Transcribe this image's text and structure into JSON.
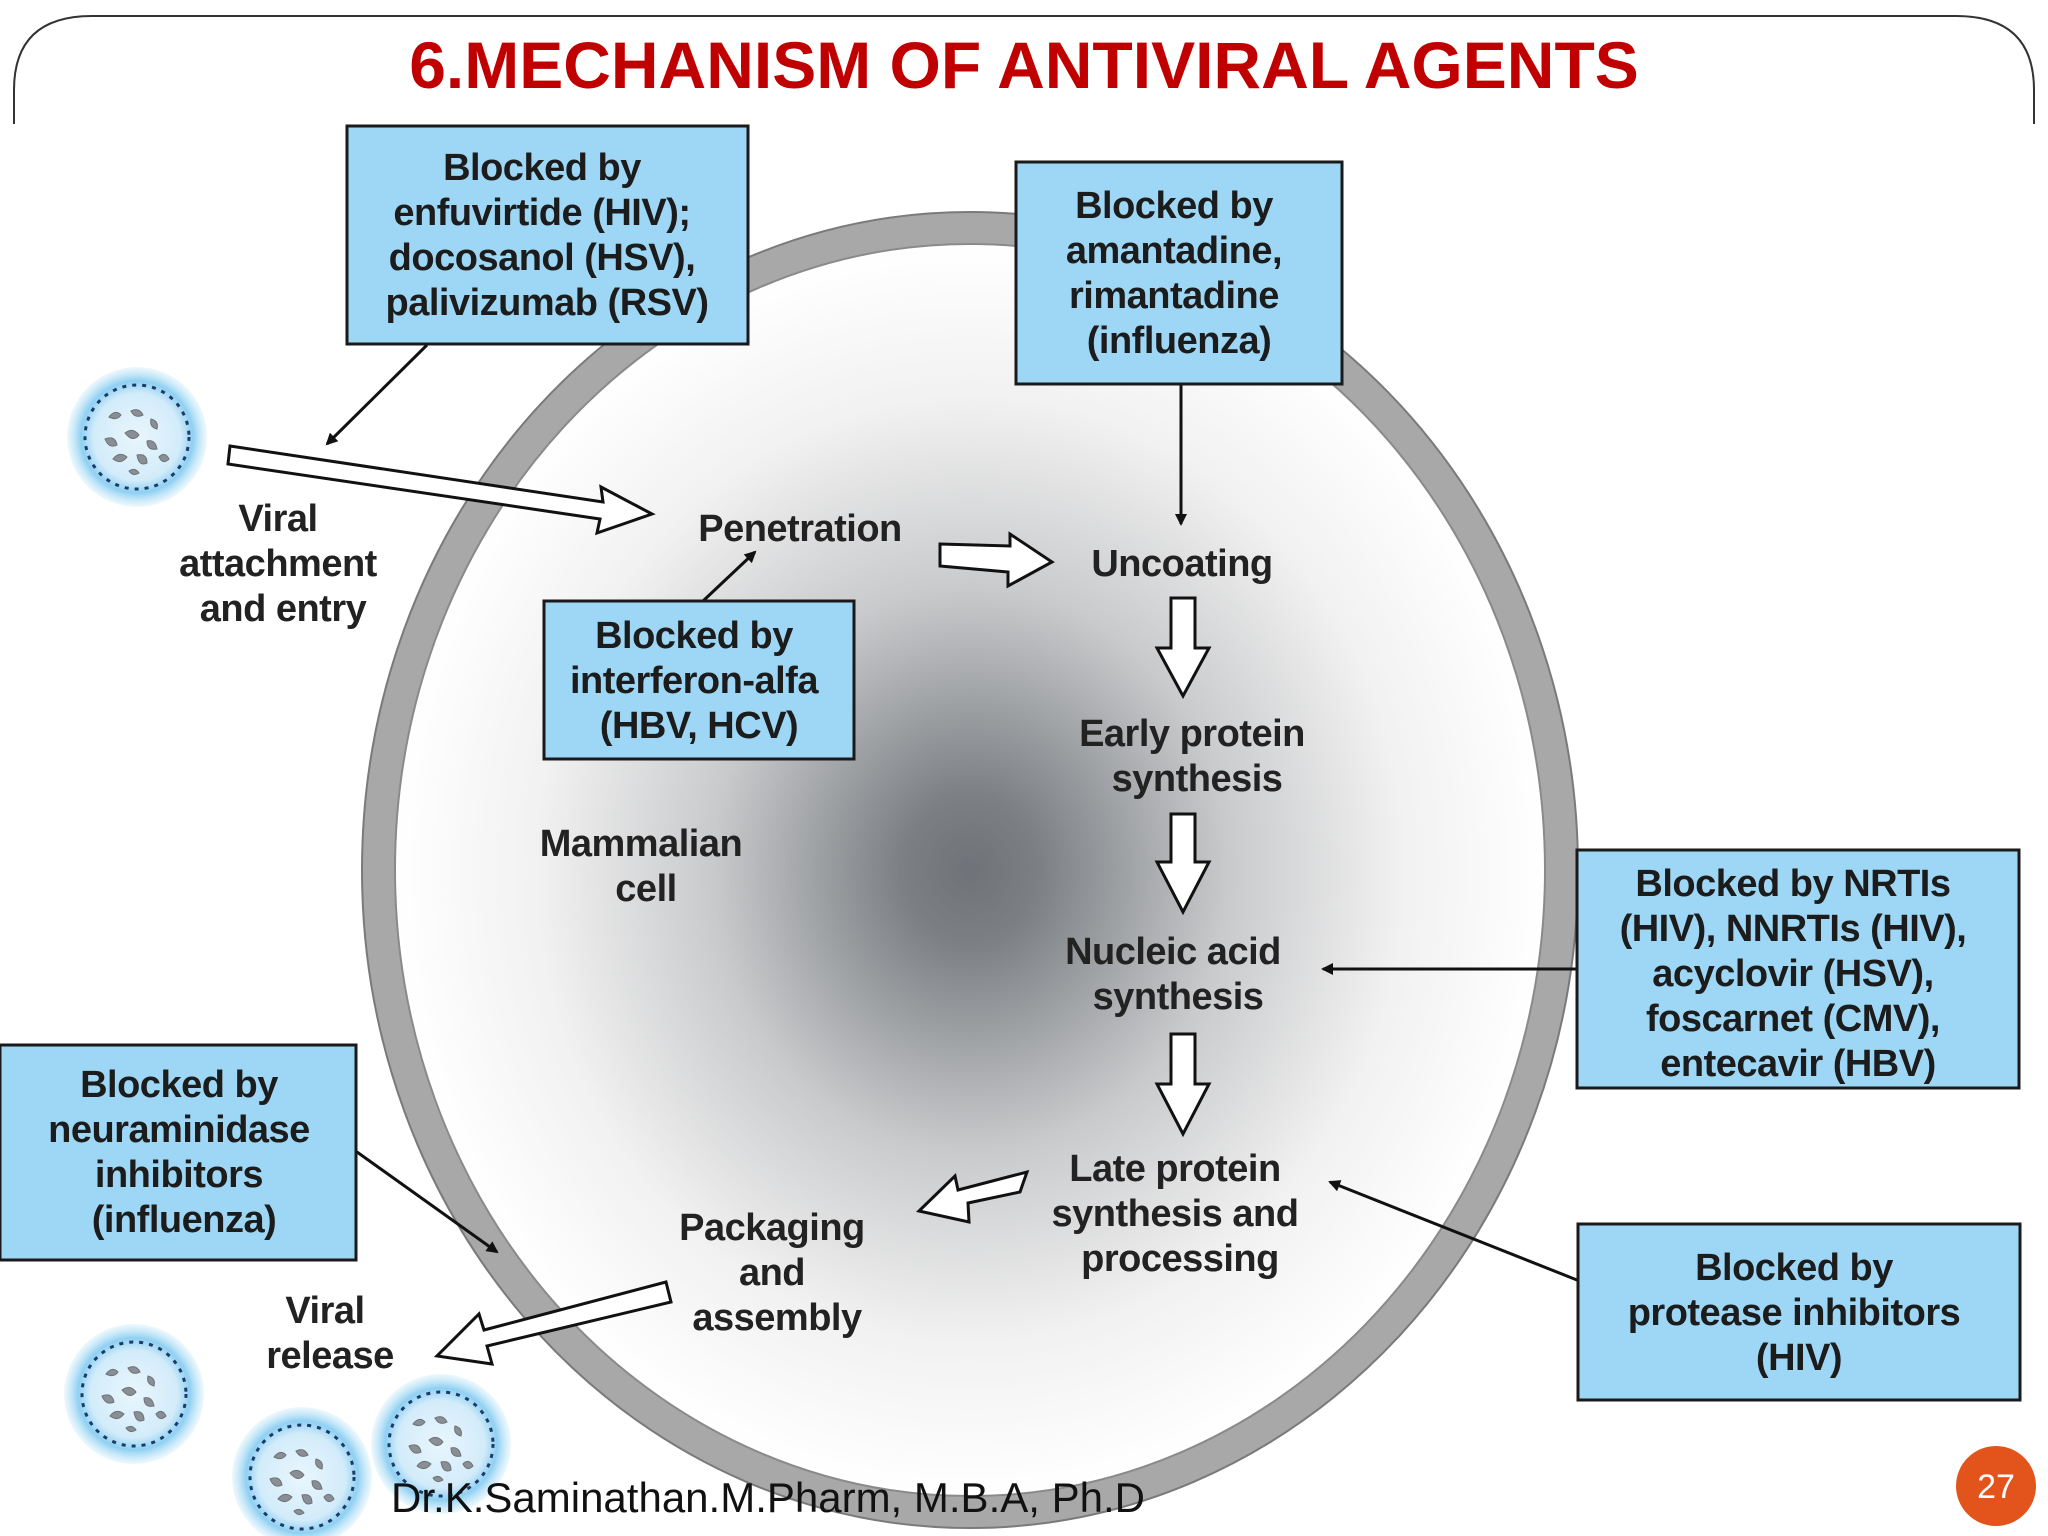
{
  "slide": {
    "title": "6.MECHANISM OF ANTIVIRAL AGENTS",
    "footer": "Dr.K.Saminathan.M.Pharm, M.B.A, Ph.D",
    "page_number": "27"
  },
  "colors": {
    "title": "#c00000",
    "box_fill": "#9dd7f5",
    "box_border": "#1a1a1a",
    "membrane": "#a8a8a8",
    "page_badge": "#e2541c"
  },
  "cell": {
    "label_lines": [
      "Mammalian",
      "cell"
    ]
  },
  "steps": {
    "attachment": [
      "Viral",
      "attachment",
      "and entry"
    ],
    "penetration": [
      "Penetration"
    ],
    "uncoating": [
      "Uncoating"
    ],
    "early_protein": [
      "Early protein",
      "synthesis"
    ],
    "nucleic_acid": [
      "Nucleic acid",
      "synthesis"
    ],
    "late_protein": [
      "Late protein",
      "synthesis and",
      "processing"
    ],
    "packaging": [
      "Packaging",
      "and",
      "assembly"
    ],
    "release": [
      "Viral",
      "release"
    ]
  },
  "drug_boxes": {
    "entry": [
      "Blocked by",
      "enfuvirtide (HIV);",
      "docosanol (HSV),",
      "palivizumab (RSV)"
    ],
    "uncoating": [
      "Blocked by",
      "amantadine,",
      "rimantadine",
      "(influenza)"
    ],
    "penetration": [
      "Blocked by",
      "interferon-alfa",
      "(HBV, HCV)"
    ],
    "nucleic_acid": [
      "Blocked by NRTIs",
      "(HIV), NNRTIs (HIV),",
      "acyclovir (HSV),",
      "foscarnet (CMV),",
      "entecavir (HBV)"
    ],
    "release": [
      "Blocked by",
      "neuraminidase",
      "inhibitors",
      "(influenza)"
    ],
    "protease": [
      "Blocked by",
      "protease inhibitors",
      "(HIV)"
    ]
  }
}
